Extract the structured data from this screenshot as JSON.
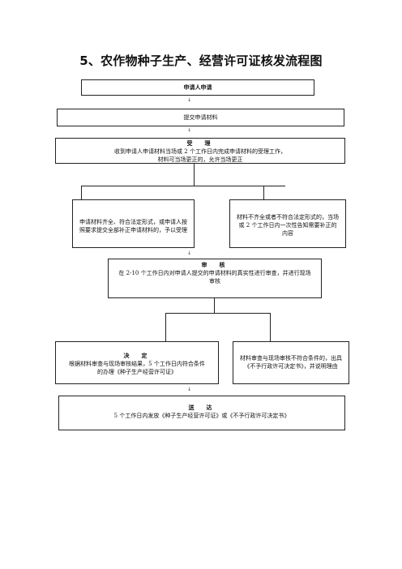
{
  "title": "5、农作物种子生产、经营许可证核发流程图",
  "steps": {
    "apply": {
      "text": "申请人申请"
    },
    "submit": {
      "text": "提交申请材料"
    },
    "accept": {
      "head": "受　理",
      "line1": "收到申请人申请材料当场或 2 个工作日内完成申请材料的受理工作，",
      "line2": "材料可当场更正的，允许当场更正"
    },
    "complete": {
      "line1": "申请材料齐全、符合法定形式，或申请人按",
      "line2": "照要求提交全部补正申请材料的，予以受理"
    },
    "incomplete": {
      "line1": "材料不齐全或者不符合法定形式的，当场",
      "line2": "或 2 个工作日内一次性告知需要补正的",
      "line3": "内容"
    },
    "review": {
      "head": "审　核",
      "line1": "在 2-10 个工作日内对申请人提交的申请材料的真实性进行审查，并进行现场",
      "line2": "审核"
    },
    "decide": {
      "head": "决　定",
      "line1": "根据材料审查与现场审核结果，5 个工作日内符合条件",
      "line2": "的办理《种子生产经营许可证》"
    },
    "reject": {
      "line1": "材料审查与现场审核不符合条件的，出具",
      "line2": "《不予行政许可决定书》，并说明理由"
    },
    "deliver": {
      "head": "送　达",
      "line1": "5 个工作日内发放《种子生产经营许可证》或《不予行政许可决定书》"
    }
  },
  "arrow_glyph": "↓"
}
